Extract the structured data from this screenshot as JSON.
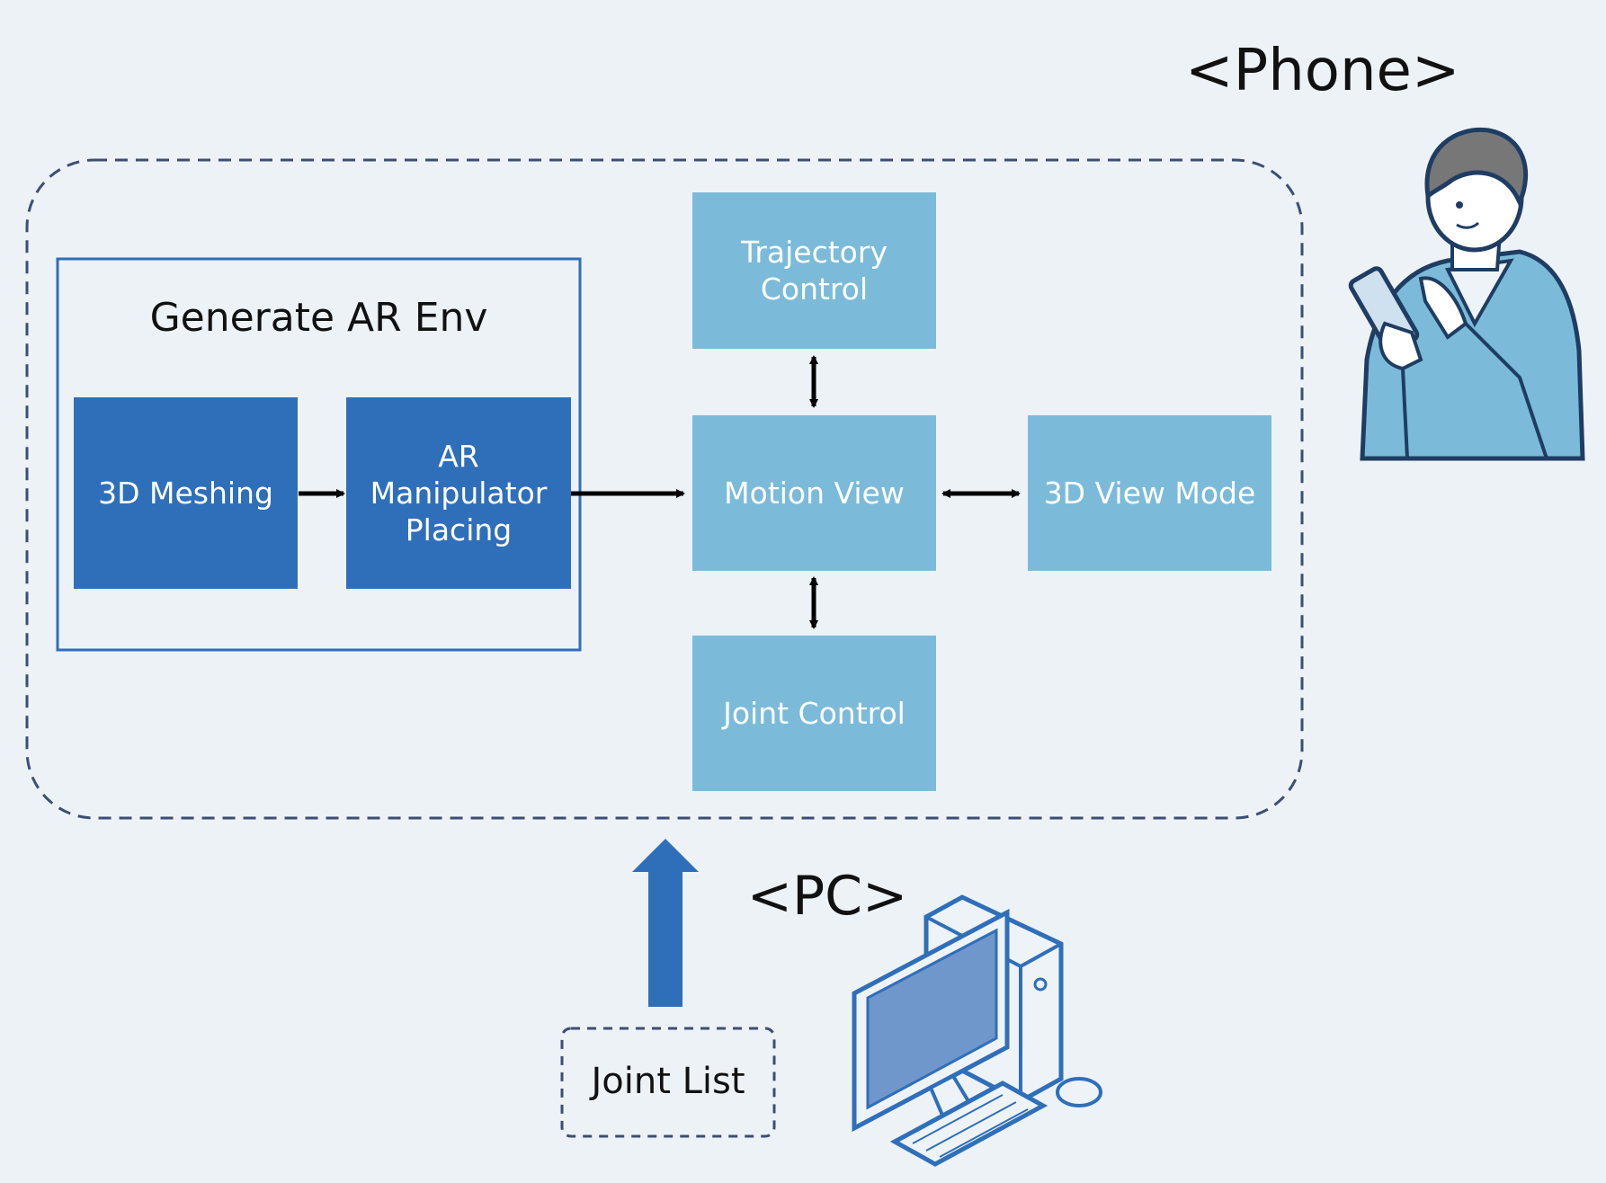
{
  "labels": {
    "phone": "<Phone>",
    "pc": "<PC>"
  },
  "ar_env": {
    "title": "Generate AR Env",
    "meshing": "3D Meshing",
    "placing_lines": [
      "AR",
      "Manipulator",
      "Placing"
    ]
  },
  "modules": {
    "trajectory_lines": [
      "Trajectory",
      "Control"
    ],
    "motion_view": "Motion View",
    "view_mode": "3D View Mode",
    "joint_control": "Joint Control"
  },
  "input": {
    "joint_list": "Joint List"
  },
  "colors": {
    "dark_blue": "#2f6fba",
    "light_blue": "#7bbbd9",
    "dash": "#3a4f73",
    "background": "#edf2f7"
  },
  "icons": [
    "person-phone-icon",
    "desktop-computer-icon"
  ]
}
